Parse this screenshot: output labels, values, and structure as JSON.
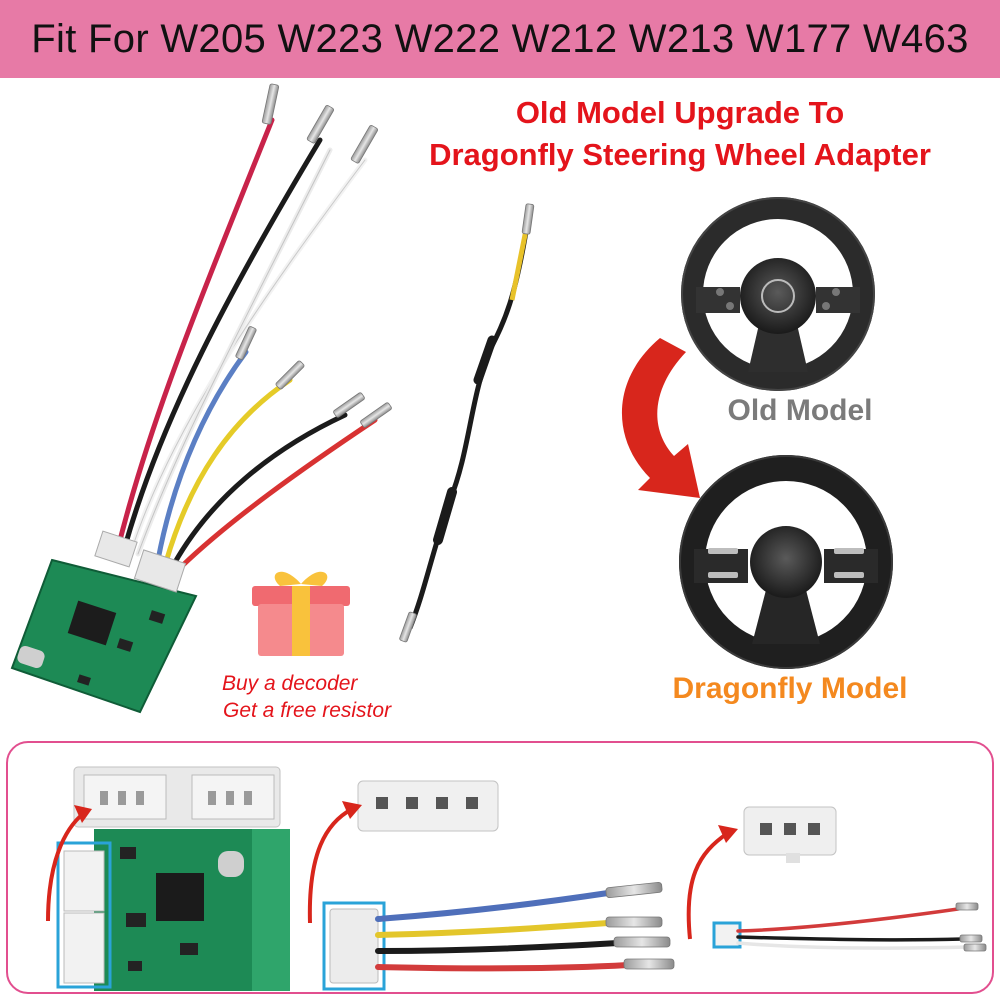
{
  "banner": {
    "text": "Fit For W205 W223 W222 W212 W213 W177 W463"
  },
  "headline": {
    "line1": "Old Model Upgrade To",
    "line2": "Dragonfly Steering Wheel Adapter"
  },
  "labels": {
    "old_model": "Old Model",
    "dragonfly_model": "Dragonfly Model"
  },
  "promo": {
    "line1": "Buy a decoder",
    "line2": "Get a free resistor"
  },
  "colors": {
    "banner_bg": "#e77aa6",
    "headline_red": "#e4141b",
    "old_model_gray": "#7b7b7b",
    "dragonfly_orange": "#f4891f",
    "panel_border": "#e24f8f",
    "pcb_green": "#1d8a55",
    "arrow_red": "#d8261c",
    "highlight_blue": "#2aa3d8"
  },
  "icons": [
    "gift-icon",
    "curved-arrow-icon",
    "steering-wheel-icon",
    "circuit-board-icon",
    "connector-icon",
    "wire-harness-icon"
  ]
}
